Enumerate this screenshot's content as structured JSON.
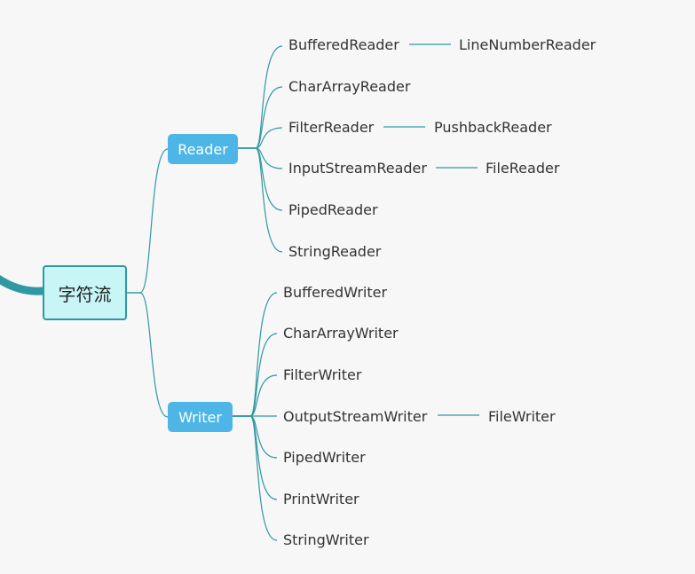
{
  "colors": {
    "connector": "#2f98a2",
    "root_fill": "#c8f6f6",
    "branch_fill": "#4db6e6",
    "background": "#f7f7f7"
  },
  "root": {
    "label": "字符流"
  },
  "reader": {
    "label": "Reader",
    "children": [
      {
        "label": "BufferedReader",
        "child": "LineNumberReader"
      },
      {
        "label": "CharArrayReader"
      },
      {
        "label": "FilterReader",
        "child": "PushbackReader"
      },
      {
        "label": "InputStreamReader",
        "child": "FileReader"
      },
      {
        "label": "PipedReader"
      },
      {
        "label": "StringReader"
      }
    ]
  },
  "writer": {
    "label": "Writer",
    "children": [
      {
        "label": "BufferedWriter"
      },
      {
        "label": "CharArrayWriter"
      },
      {
        "label": "FilterWriter"
      },
      {
        "label": "OutputStreamWriter",
        "child": "FileWriter"
      },
      {
        "label": "PipedWriter"
      },
      {
        "label": "PrintWriter"
      },
      {
        "label": "StringWriter"
      }
    ]
  }
}
